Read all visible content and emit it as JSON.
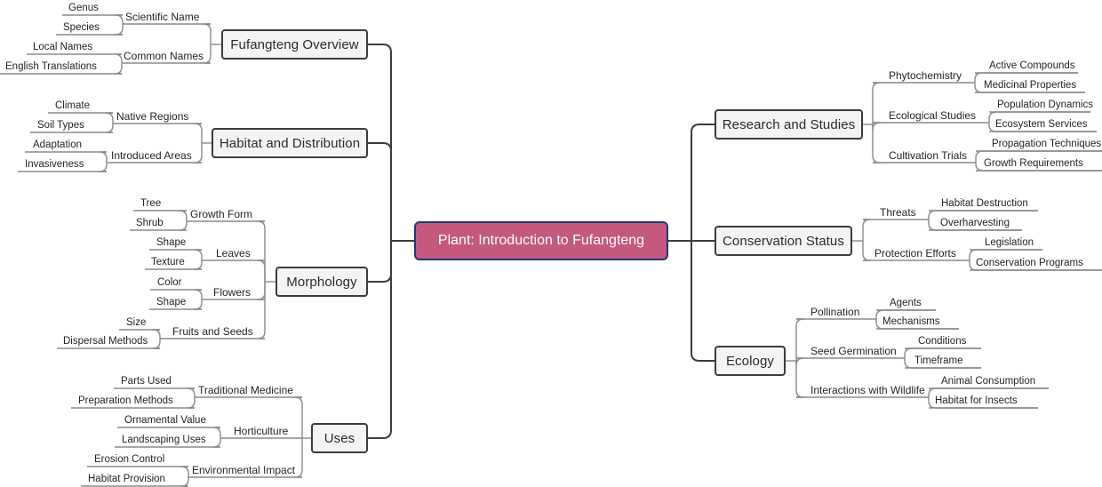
{
  "diagram": {
    "type": "mindmap",
    "title": "Plant: Introduction to Fufangteng",
    "colors": {
      "root_fill": "#c4587f",
      "root_border": "#1f3878",
      "root_text": "#ffffff",
      "branch_fill": "#f4f4f4",
      "branch_border": "#3c3c3c",
      "connector_dark": "#3c3c3c",
      "connector_light": "#8a8a8a",
      "text": "#242424",
      "background": "#ffffff"
    }
  },
  "root": {
    "label": "Plant: Introduction to Fufangteng"
  },
  "branches": [
    {
      "id": "fufangteng-overview",
      "label": "Fufangteng Overview",
      "side": "left",
      "children": [
        {
          "label": "Scientific Name",
          "leaves": [
            "Genus",
            "Species"
          ]
        },
        {
          "label": "Common Names",
          "leaves": [
            "Local Names",
            "English Translations"
          ]
        }
      ]
    },
    {
      "id": "habitat-and-distribution",
      "label": "Habitat and Distribution",
      "side": "left",
      "children": [
        {
          "label": "Native Regions",
          "leaves": [
            "Climate",
            "Soil Types"
          ]
        },
        {
          "label": "Introduced Areas",
          "leaves": [
            "Adaptation",
            "Invasiveness"
          ]
        }
      ]
    },
    {
      "id": "morphology",
      "label": "Morphology",
      "side": "left",
      "children": [
        {
          "label": "Growth Form",
          "leaves": [
            "Tree",
            "Shrub"
          ]
        },
        {
          "label": "Leaves",
          "leaves": [
            "Shape",
            "Texture"
          ]
        },
        {
          "label": "Flowers",
          "leaves": [
            "Color",
            "Shape"
          ]
        },
        {
          "label": "Fruits and Seeds",
          "leaves": [
            "Size",
            "Dispersal Methods"
          ]
        }
      ]
    },
    {
      "id": "uses",
      "label": "Uses",
      "side": "left",
      "children": [
        {
          "label": "Traditional Medicine",
          "leaves": [
            "Parts Used",
            "Preparation Methods"
          ]
        },
        {
          "label": "Horticulture",
          "leaves": [
            "Ornamental Value",
            "Landscaping Uses"
          ]
        },
        {
          "label": "Environmental Impact",
          "leaves": [
            "Erosion Control",
            "Habitat Provision"
          ]
        }
      ]
    },
    {
      "id": "research-and-studies",
      "label": "Research and Studies",
      "side": "right",
      "children": [
        {
          "label": "Phytochemistry",
          "leaves": [
            "Active Compounds",
            "Medicinal Properties"
          ]
        },
        {
          "label": "Ecological Studies",
          "leaves": [
            "Population Dynamics",
            "Ecosystem Services"
          ]
        },
        {
          "label": "Cultivation Trials",
          "leaves": [
            "Propagation Techniques",
            "Growth Requirements"
          ]
        }
      ]
    },
    {
      "id": "conservation-status",
      "label": "Conservation Status",
      "side": "right",
      "children": [
        {
          "label": "Threats",
          "leaves": [
            "Habitat Destruction",
            "Overharvesting"
          ]
        },
        {
          "label": "Protection Efforts",
          "leaves": [
            "Legislation",
            "Conservation Programs"
          ]
        }
      ]
    },
    {
      "id": "ecology",
      "label": "Ecology",
      "side": "right",
      "children": [
        {
          "label": "Pollination",
          "leaves": [
            "Agents",
            "Mechanisms"
          ]
        },
        {
          "label": "Seed Germination",
          "leaves": [
            "Conditions",
            "Timeframe"
          ]
        },
        {
          "label": "Interactions with Wildlife",
          "leaves": [
            "Animal Consumption",
            "Habitat for Insects"
          ]
        }
      ]
    }
  ]
}
